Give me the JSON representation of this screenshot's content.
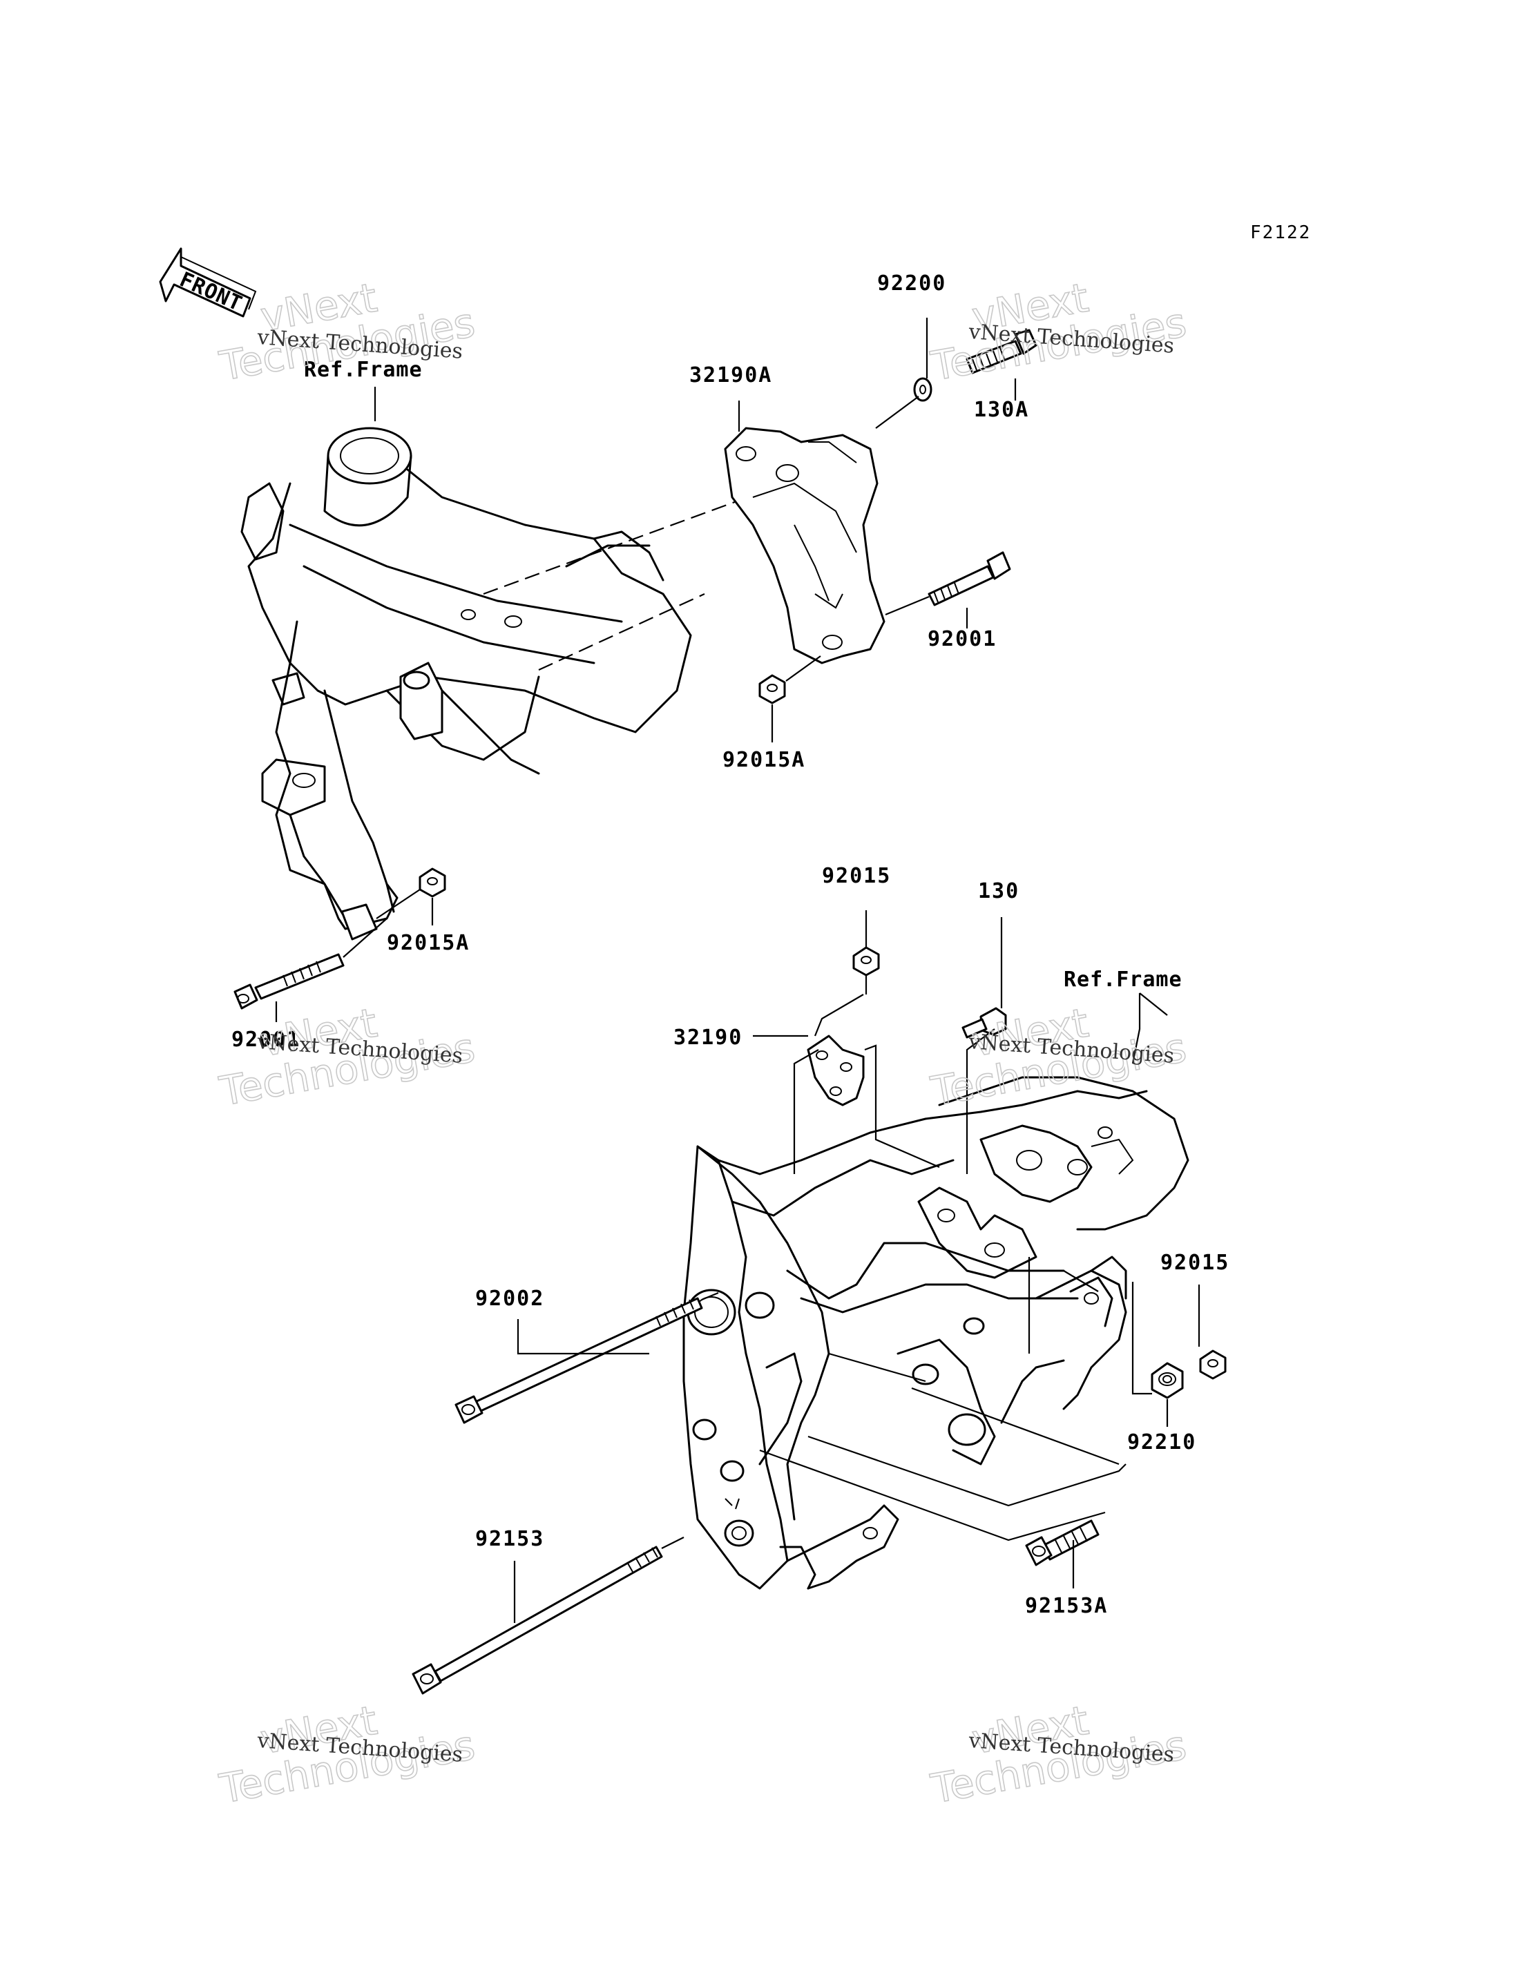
{
  "diagram_code": "F2122",
  "front_marker": "FRONT",
  "ref_labels": [
    "Ref.Frame",
    "Ref.Frame"
  ],
  "part_labels": {
    "p92200": "92200",
    "p130A": "130A",
    "p32190A": "32190A",
    "p92001": "92001",
    "p92015A_top": "92015A",
    "p92015A_left": "92015A",
    "p92001_left": "92001",
    "p92015_top": "92015",
    "p130": "130",
    "p32190": "32190",
    "p92002": "92002",
    "p92015_right": "92015",
    "p92210": "92210",
    "p92153": "92153",
    "p92153A": "92153A"
  },
  "watermark": {
    "line1": "vNext",
    "line2": "Technologies",
    "small": "vNext Technologies"
  }
}
